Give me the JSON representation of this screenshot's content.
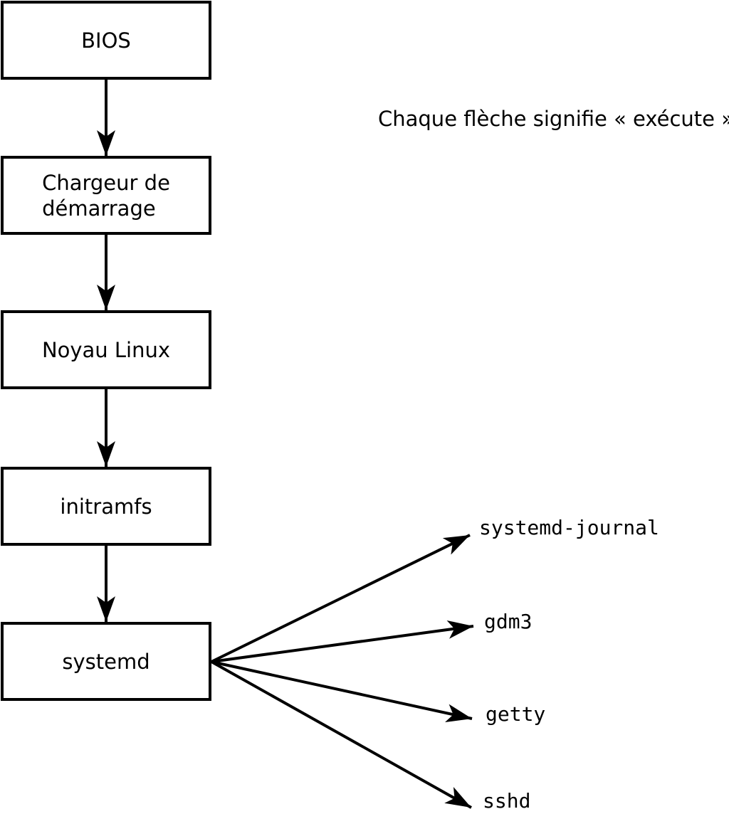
{
  "caption": "Chaque flèche signifie « exécute ».",
  "nodes": [
    {
      "id": "bios",
      "label": "BIOS"
    },
    {
      "id": "bootloader",
      "label": "Chargeur de\ndémarrage"
    },
    {
      "id": "kernel",
      "label": "Noyau Linux"
    },
    {
      "id": "initramfs",
      "label": "initramfs"
    },
    {
      "id": "systemd",
      "label": "systemd"
    }
  ],
  "processes": [
    {
      "id": "systemd-journal",
      "label": "systemd-journal"
    },
    {
      "id": "gdm3",
      "label": "gdm3"
    },
    {
      "id": "getty",
      "label": "getty"
    },
    {
      "id": "sshd",
      "label": "sshd"
    }
  ],
  "colors": {
    "foreground": "#000000",
    "background": "#ffffff"
  }
}
